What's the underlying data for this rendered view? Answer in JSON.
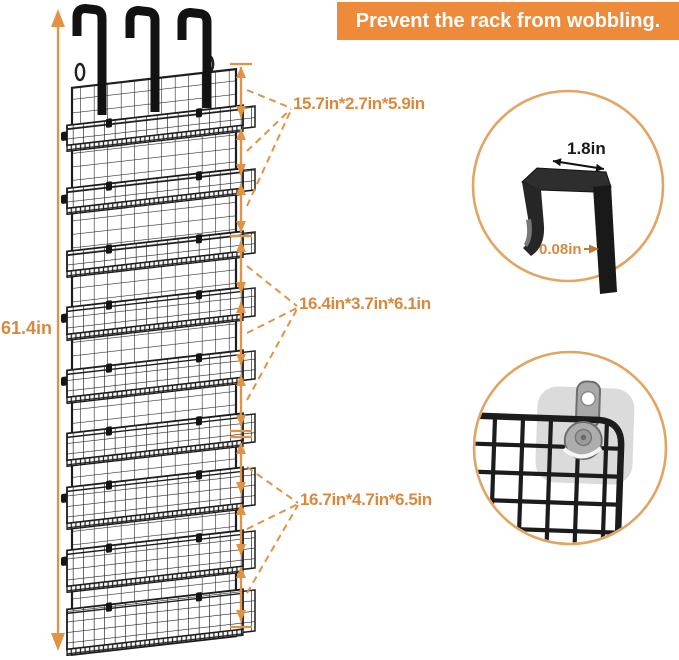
{
  "banner": {
    "text": "Prevent the rack from wobbling."
  },
  "rack": {
    "overall_height_label": "61.4in",
    "basket_size_labels": [
      "15.7in*2.7in*5.9in",
      "16.4in*3.7in*6.1in",
      "16.7in*4.7in*6.5in"
    ]
  },
  "hook_detail": {
    "width_label": "1.8in",
    "thickness_label": "0.08in"
  },
  "colors": {
    "banner_bg": "#ED8B3B",
    "annotation_text": "#D9893F",
    "arrow_orange": "#E29243",
    "circle_outline": "#E2A463",
    "rack_wire": "#1c1c1c"
  }
}
